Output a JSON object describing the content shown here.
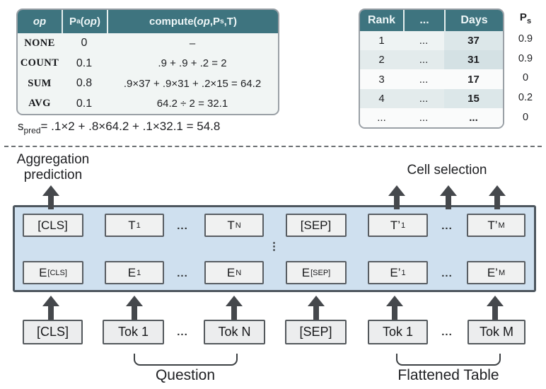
{
  "op_table": {
    "header": {
      "op": "op",
      "pa_p": "P",
      "pa_sub": "a",
      "pa_open": "(",
      "pa_op": "op",
      "pa_close": ")",
      "compute_pre": "compute(",
      "compute_op": "op",
      "compute_mid": ",P",
      "compute_sub": "s",
      "compute_post": ",T)"
    },
    "rows": [
      {
        "op": "NONE",
        "pa": "0",
        "compute": "–"
      },
      {
        "op": "COUNT",
        "pa": "0.1",
        "compute": ".9 + .9 + .2 = 2"
      },
      {
        "op": "SUM",
        "pa": "0.8",
        "compute": ".9×37 + .9×31 + .2×15 = 64.2"
      },
      {
        "op": "AVG",
        "pa": "0.1",
        "compute": "64.2 ÷ 2 = 32.1"
      }
    ],
    "spred_base": "s",
    "spred_sub": "pred",
    "spred_rest": "= .1×2 + .8×64.2 + .1×32.1 = 54.8"
  },
  "rank_table": {
    "header": [
      "Rank",
      "...",
      "Days"
    ],
    "rows": [
      [
        "1",
        "...",
        "37"
      ],
      [
        "2",
        "...",
        "31"
      ],
      [
        "3",
        "...",
        "17"
      ],
      [
        "4",
        "...",
        "15"
      ],
      [
        "...",
        "...",
        "..."
      ]
    ]
  },
  "ps": {
    "base": "P",
    "sub": "s",
    "values": [
      "0.9",
      "0.9",
      "0",
      "0.2",
      "0"
    ]
  },
  "diagram": {
    "agg_line1": "Aggregation",
    "agg_line2": "prediction",
    "cell_selection": "Cell selection",
    "dots": "...",
    "vdots": "⋮",
    "top_row": [
      {
        "main": "[CLS]",
        "sub": ""
      },
      {
        "main": "T",
        "sub": "1"
      },
      {
        "main": "T",
        "sub": "N"
      },
      {
        "main": "[SEP]",
        "sub": ""
      },
      {
        "main": "T’",
        "sub": "1"
      },
      {
        "main": "T’",
        "sub": "M"
      }
    ],
    "bottom_row": [
      {
        "main": "E",
        "sub": "[CLS]"
      },
      {
        "main": "E",
        "sub": "1"
      },
      {
        "main": "E",
        "sub": "N"
      },
      {
        "main": "E",
        "sub": "[SEP]"
      },
      {
        "main": "E’",
        "sub": "1"
      },
      {
        "main": "E’",
        "sub": "M"
      }
    ],
    "input_row": [
      "[CLS]",
      "Tok 1",
      "Tok N",
      "[SEP]",
      "Tok 1",
      "Tok M"
    ],
    "question": "Question",
    "flattened": "Flattened Table"
  },
  "colors": {
    "header_teal": "#3e747f",
    "transformer_blue": "#cfe0ef",
    "arrow_gray": "#45484c",
    "cell_highlight": "#d4e1e4",
    "row_stripe": "#e3ebec"
  }
}
